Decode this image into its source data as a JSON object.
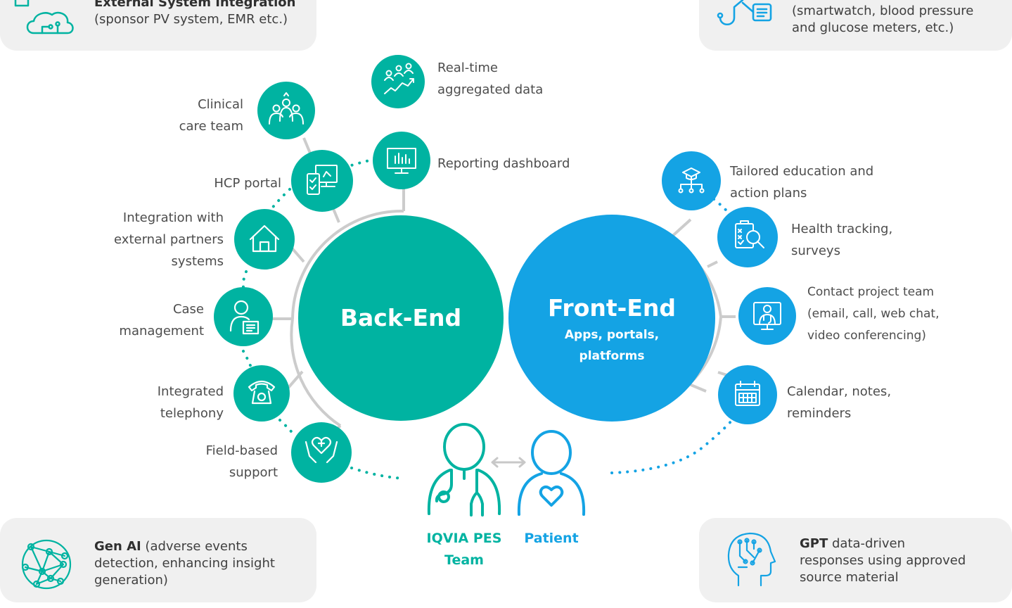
{
  "colors": {
    "teal": "#00b3a1",
    "blue": "#14a3e4",
    "grey_line": "#cccccc",
    "box_bg": "#f0f0f0"
  },
  "corners": {
    "top_left": {
      "title": "External System Integration",
      "text": "(sponsor PV system, EMR etc.)",
      "icon": "cloud-network-icon"
    },
    "top_right": {
      "lines": [
        "(smartwatch, blood pressure",
        "and glucose meters, etc.)"
      ],
      "icon": "wearable-devices-icon"
    },
    "bottom_left": {
      "bold": "Gen AI",
      "rest": " (adverse events",
      "lines": [
        "detection, enhancing insight",
        "generation)"
      ],
      "icon": "neural-globe-icon"
    },
    "bottom_right": {
      "bold": "GPT",
      "rest": " data-driven",
      "lines": [
        "responses using approved",
        "source material"
      ],
      "icon": "ai-head-icon"
    }
  },
  "hubs": {
    "backend": {
      "title": "Back-End"
    },
    "frontend": {
      "title": "Front-End",
      "subtitle_lines": [
        "Apps, portals,",
        "platforms"
      ]
    }
  },
  "backend_nodes": [
    {
      "icon": "aggregated-data-icon",
      "lines": [
        "Real-time",
        "aggregated data"
      ]
    },
    {
      "icon": "reporting-dashboard-icon",
      "lines": [
        "Reporting dashboard"
      ]
    },
    {
      "icon": "care-team-icon",
      "lines": [
        "Clinical",
        "care team"
      ]
    },
    {
      "icon": "hcp-portal-icon",
      "lines": [
        "HCP portal"
      ]
    },
    {
      "icon": "house-icon",
      "lines": [
        "Integration with",
        "external partners",
        "systems"
      ]
    },
    {
      "icon": "case-management-icon",
      "lines": [
        "Case",
        "management"
      ]
    },
    {
      "icon": "telephone-icon",
      "lines": [
        "Integrated",
        "telephony"
      ]
    },
    {
      "icon": "heart-hands-icon",
      "lines": [
        "Field-based",
        "support"
      ]
    }
  ],
  "frontend_nodes": [
    {
      "icon": "education-plan-icon",
      "lines": [
        "Tailored education and",
        "action plans"
      ]
    },
    {
      "icon": "health-tracking-icon",
      "lines": [
        "Health tracking,",
        "surveys"
      ]
    },
    {
      "icon": "contact-team-icon",
      "lines": [
        "Contact project team",
        "(email, call, web chat,",
        "video conferencing)"
      ]
    },
    {
      "icon": "calendar-icon",
      "lines": [
        "Calendar, notes,",
        "reminders"
      ]
    }
  ],
  "people": {
    "team": {
      "lines": [
        "IQVIA PES",
        "Team"
      ],
      "icon": "doctor-icon"
    },
    "patient": {
      "lines": [
        "Patient"
      ],
      "icon": "patient-heart-icon"
    }
  }
}
